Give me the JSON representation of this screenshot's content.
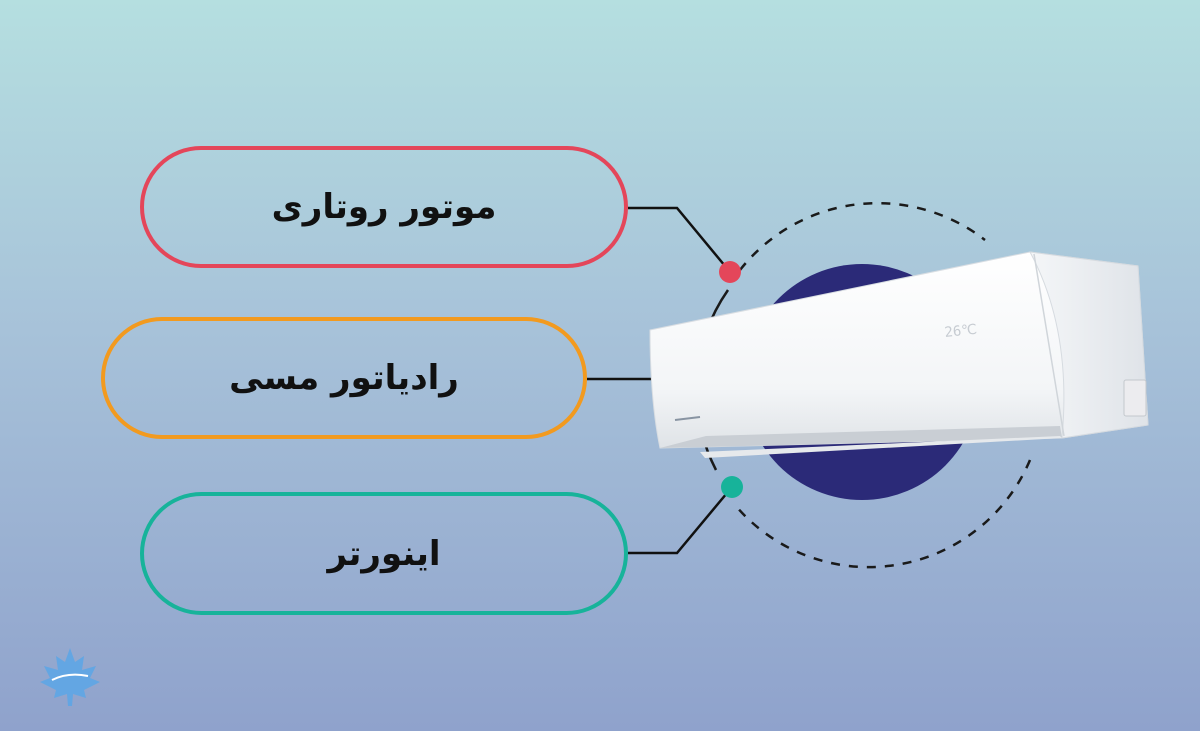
{
  "features": [
    {
      "label": "موتور روتاری",
      "color": "#e4465a"
    },
    {
      "label": "رادیاتور مسی",
      "color": "#f29a1f"
    },
    {
      "label": "اینورتر",
      "color": "#17b39a"
    }
  ],
  "unit_display": "26℃",
  "icons": {
    "logo": "maple-leaf-icon",
    "product": "split-air-conditioner-icon"
  },
  "colors": {
    "accent_circle": "#2b2a78",
    "connector": "#111111"
  }
}
